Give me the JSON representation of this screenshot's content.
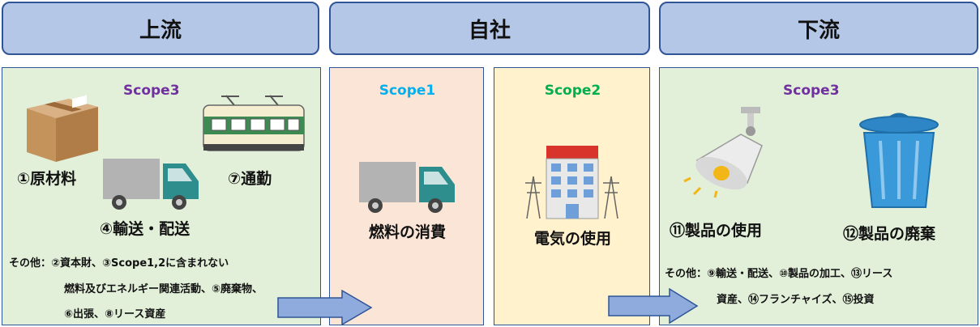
{
  "headers": {
    "upstream": "上流",
    "company": "自社",
    "downstream": "下流"
  },
  "upstream_panel": {
    "scope": "Scope3",
    "items": {
      "raw_materials": "①原材料",
      "commuting": "⑦通勤",
      "transport": "④輸送・配送"
    },
    "other_lines": [
      "その他：②資本財、③Scope1,2に含まれない",
      "燃料及びエネルギー関連活動、⑤廃棄物、",
      "⑥出張、⑧リース資産"
    ]
  },
  "scope1_panel": {
    "scope": "Scope1",
    "item": "燃料の消費"
  },
  "scope2_panel": {
    "scope": "Scope2",
    "item": "電気の使用"
  },
  "downstream_panel": {
    "scope": "Scope3",
    "items": {
      "product_use": "⑪製品の使用",
      "product_disposal": "⑫製品の廃棄"
    },
    "other_lines": [
      "その他：⑨輸送・配送、⑩製品の加工、⑬リース",
      "資産、⑭フランチャイズ、⑮投資"
    ]
  },
  "colors": {
    "header_fill": "#b4c7e7",
    "border": "#2f5597",
    "green_panel": "#e2efd9",
    "peach_panel": "#fbe5d6",
    "yellow_panel": "#fff2cc",
    "scope3": "#7030a0",
    "scope1": "#00b0f0",
    "scope2": "#00b050",
    "arrow": "#8faadc"
  }
}
